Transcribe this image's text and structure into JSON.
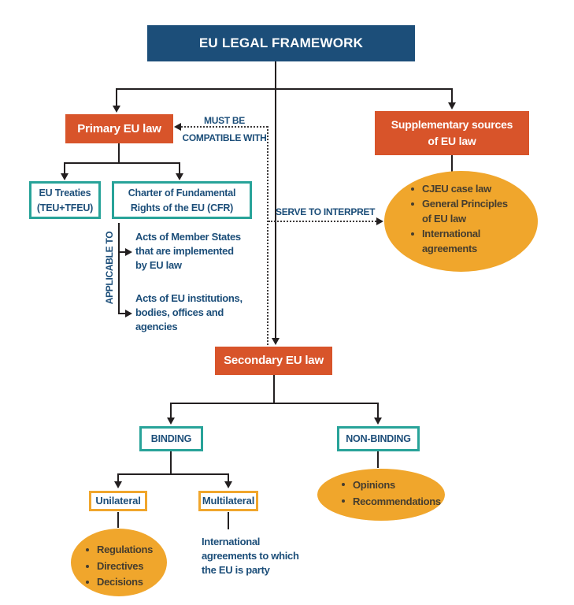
{
  "title": "EU LEGAL FRAMEWORK",
  "boxes": {
    "primary": "Primary EU law",
    "supplementary": [
      "Supplementary sources",
      "of EU law"
    ],
    "eu_treaties": [
      "EU Treaties",
      "(TEU+TFEU)"
    ],
    "charter": [
      "Charter of Fundamental",
      "Rights of the EU (CFR)"
    ],
    "secondary": "Secondary EU law",
    "binding": "BINDING",
    "non_binding": "NON-BINDING",
    "unilateral": "Unilateral",
    "multilateral": "Multilateral"
  },
  "labels": {
    "must_be": [
      "MUST BE",
      "COMPATIBLE WITH"
    ],
    "serve_to_interpret": "SERVE TO INTERPRET",
    "applicable_to": "APPLICABLE TO"
  },
  "notes": {
    "acts_member_states": [
      "Acts of Member States",
      "that are implemented",
      "by EU law"
    ],
    "acts_institutions": [
      "Acts of EU institutions,",
      "bodies, offices and",
      "agencies"
    ],
    "international_agreements": [
      "International",
      "agreements to which",
      "the EU is party"
    ]
  },
  "bullets": {
    "supplementary_sources": [
      "CJEU case law",
      "General Principles of EU law",
      "International agreements"
    ],
    "unilateral_acts": [
      "Regulations",
      "Directives",
      "Decisions"
    ],
    "non_binding_acts": [
      "Opinions",
      "Recommendations"
    ]
  },
  "colors": {
    "navy": "#1c4e79",
    "orange": "#d8542a",
    "teal": "#28a399",
    "amber": "#f0a62c",
    "line": "#231f20",
    "ellipse_text": "#453d2f"
  }
}
